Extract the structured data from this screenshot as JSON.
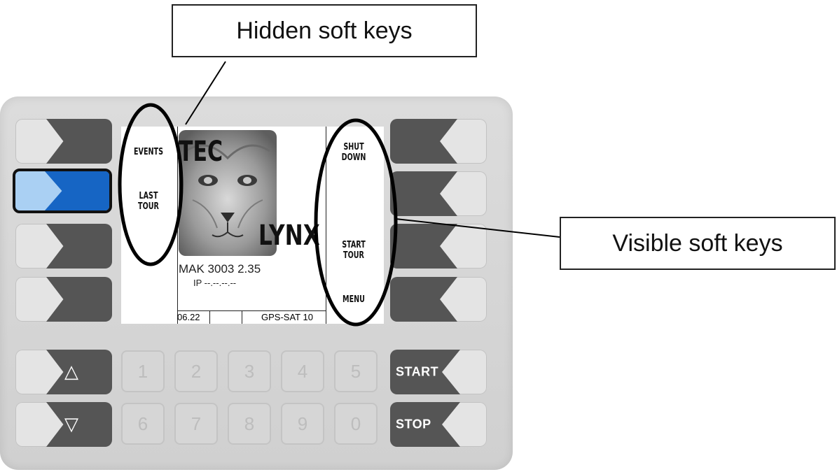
{
  "callouts": {
    "hidden": "Hidden soft keys",
    "visible": "Visible soft keys"
  },
  "screen": {
    "hidden_keys": [
      "EVENTS",
      "LAST\nTOUR"
    ],
    "visible_keys": [
      "SHUT\nDOWN",
      "START\nTOUR",
      "MENU"
    ],
    "logo_text_top": "TEC",
    "logo_text_bottom": "LYNX",
    "version": "MAK 3003 2.35",
    "ip": "IP --.--.--.--",
    "status": [
      "06.22",
      "GPS-SAT 10"
    ]
  },
  "keypad": {
    "up_icon": "△",
    "down_icon": "▽",
    "digits_top": [
      "1",
      "2",
      "3",
      "4",
      "5"
    ],
    "digits_bottom": [
      "6",
      "7",
      "8",
      "9",
      "0"
    ],
    "start_label": "START",
    "stop_label": "STOP"
  },
  "colors": {
    "selected_key": "#1665c4",
    "selected_key_light": "#aad0f3",
    "key_dark": "#555555"
  }
}
